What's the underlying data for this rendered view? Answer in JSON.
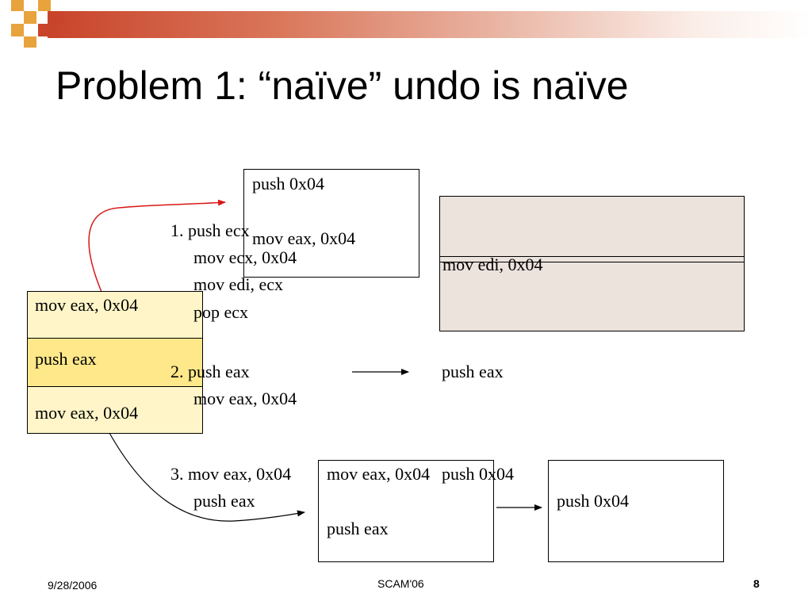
{
  "slide": {
    "title": "Problem 1:  “naïve” undo is naïve"
  },
  "stack": [
    "mov eax, 0x04",
    "push eax",
    "mov eax, 0x04"
  ],
  "sequences": {
    "s1": {
      "lines": [
        "1. push ecx",
        "mov ecx, 0x04",
        "mov edi, ecx",
        "pop ecx"
      ],
      "box_lines": [
        "push 0x04",
        "mov eax, 0x04"
      ],
      "result": "mov edi, 0x04"
    },
    "s2": {
      "lines": [
        "2. push eax",
        "mov eax, 0x04"
      ],
      "result": "push eax"
    },
    "s3": {
      "line1_a": "3. mov eax, 0x04",
      "line1_b": "mov eax, 0x04",
      "line1_c": "push 0x04",
      "line2": "push eax",
      "box_line": "push eax",
      "result": "push 0x04"
    }
  },
  "footer": {
    "date": "9/28/2006",
    "center": "SCAM'06",
    "page": "8"
  },
  "colors": {
    "header_red": "#c8442a",
    "header_orange": "#e8a33c",
    "stack_light": "#fff5c8",
    "stack_highlight": "#ffe88a",
    "result_fill": "#ebe3dc",
    "arrow_red": "#d81818"
  }
}
